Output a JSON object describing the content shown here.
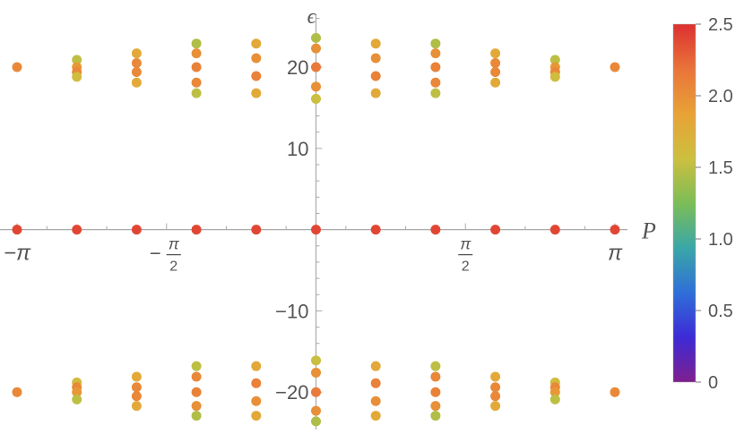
{
  "chart_data": {
    "type": "scatter",
    "xlabel": "P",
    "ylabel": "ϵ",
    "xlim": [
      -3.1416,
      3.1416
    ],
    "ylim": [
      -24.6,
      26.5
    ],
    "grid": false,
    "legend": "colorbar-right",
    "x_ticks": [
      {
        "value": -3.14159,
        "label": "−π"
      },
      {
        "value": -1.5708,
        "label": "−π/2",
        "num": "π",
        "den": "2",
        "sign": "−"
      },
      {
        "value": 1.5708,
        "label": "π/2",
        "num": "π",
        "den": "2",
        "sign": ""
      },
      {
        "value": 3.14159,
        "label": "π"
      }
    ],
    "y_ticks": [
      {
        "value": 20,
        "label": "20"
      },
      {
        "value": 10,
        "label": "10"
      },
      {
        "value": -10,
        "label": "−10"
      },
      {
        "value": -20,
        "label": "−20"
      }
    ],
    "colorbar": {
      "range": [
        0,
        2.5
      ],
      "ticks": [
        "0",
        "0.5",
        "1.0",
        "1.5",
        "2.0",
        "2.5"
      ],
      "colormap": [
        "#7f1f8e",
        "#3d2bd6",
        "#2f6fd8",
        "#3aa7a7",
        "#7cbd57",
        "#cdbf3f",
        "#e8a236",
        "#e9743a",
        "#dc3030"
      ]
    },
    "series": [
      {
        "x": -3.1416,
        "y": 20,
        "c": 2.05
      },
      {
        "x": -3.1416,
        "y": 0,
        "c": 2.4
      },
      {
        "x": -3.1416,
        "y": -20,
        "c": 2.05
      },
      {
        "x": -2.5133,
        "y": 20.9,
        "c": 1.5
      },
      {
        "x": -2.5133,
        "y": 20.0,
        "c": 1.95
      },
      {
        "x": -2.5133,
        "y": 19.4,
        "c": 2.05
      },
      {
        "x": -2.5133,
        "y": 18.8,
        "c": 1.6
      },
      {
        "x": -2.5133,
        "y": 0,
        "c": 2.4
      },
      {
        "x": -2.5133,
        "y": -18.8,
        "c": 1.6
      },
      {
        "x": -2.5133,
        "y": -19.4,
        "c": 2.05
      },
      {
        "x": -2.5133,
        "y": -20.0,
        "c": 1.95
      },
      {
        "x": -2.5133,
        "y": -20.9,
        "c": 1.5
      },
      {
        "x": -1.885,
        "y": 21.7,
        "c": 1.8
      },
      {
        "x": -1.885,
        "y": 20.5,
        "c": 2.05
      },
      {
        "x": -1.885,
        "y": 19.4,
        "c": 2.05
      },
      {
        "x": -1.885,
        "y": 18.1,
        "c": 1.8
      },
      {
        "x": -1.885,
        "y": 0,
        "c": 2.4
      },
      {
        "x": -1.885,
        "y": -18.1,
        "c": 1.8
      },
      {
        "x": -1.885,
        "y": -19.4,
        "c": 2.05
      },
      {
        "x": -1.885,
        "y": -20.5,
        "c": 2.05
      },
      {
        "x": -1.885,
        "y": -21.7,
        "c": 1.8
      },
      {
        "x": -1.2566,
        "y": 22.9,
        "c": 1.45
      },
      {
        "x": -1.2566,
        "y": 21.7,
        "c": 2.0
      },
      {
        "x": -1.2566,
        "y": 20.0,
        "c": 2.1
      },
      {
        "x": -1.2566,
        "y": 18.1,
        "c": 2.05
      },
      {
        "x": -1.2566,
        "y": 16.8,
        "c": 1.5
      },
      {
        "x": -1.2566,
        "y": 0,
        "c": 2.4
      },
      {
        "x": -1.2566,
        "y": -16.8,
        "c": 1.5
      },
      {
        "x": -1.2566,
        "y": -18.1,
        "c": 2.05
      },
      {
        "x": -1.2566,
        "y": -20.0,
        "c": 2.1
      },
      {
        "x": -1.2566,
        "y": -21.7,
        "c": 2.0
      },
      {
        "x": -1.2566,
        "y": -22.9,
        "c": 1.45
      },
      {
        "x": -0.6283,
        "y": 22.9,
        "c": 1.8
      },
      {
        "x": -0.6283,
        "y": 21.1,
        "c": 2.0
      },
      {
        "x": -0.6283,
        "y": 18.9,
        "c": 2.1
      },
      {
        "x": -0.6283,
        "y": 16.8,
        "c": 1.8
      },
      {
        "x": -0.6283,
        "y": 0,
        "c": 2.4
      },
      {
        "x": -0.6283,
        "y": -16.8,
        "c": 1.8
      },
      {
        "x": -0.6283,
        "y": -18.9,
        "c": 2.1
      },
      {
        "x": -0.6283,
        "y": -21.1,
        "c": 2.0
      },
      {
        "x": -0.6283,
        "y": -22.9,
        "c": 1.8
      },
      {
        "x": 0,
        "y": 23.6,
        "c": 1.45
      },
      {
        "x": 0,
        "y": 22.3,
        "c": 2.0
      },
      {
        "x": 0,
        "y": 20.0,
        "c": 2.15
      },
      {
        "x": 0,
        "y": 17.6,
        "c": 2.0
      },
      {
        "x": 0,
        "y": 16.1,
        "c": 1.55
      },
      {
        "x": 0,
        "y": 0,
        "c": 2.4
      },
      {
        "x": 0,
        "y": -16.1,
        "c": 1.55
      },
      {
        "x": 0,
        "y": -17.6,
        "c": 2.0
      },
      {
        "x": 0,
        "y": -20.0,
        "c": 2.15
      },
      {
        "x": 0,
        "y": -22.3,
        "c": 2.0
      },
      {
        "x": 0,
        "y": -23.6,
        "c": 1.45
      },
      {
        "x": 0.6283,
        "y": 22.9,
        "c": 1.8
      },
      {
        "x": 0.6283,
        "y": 21.1,
        "c": 2.0
      },
      {
        "x": 0.6283,
        "y": 18.9,
        "c": 2.1
      },
      {
        "x": 0.6283,
        "y": 16.8,
        "c": 1.8
      },
      {
        "x": 0.6283,
        "y": 0,
        "c": 2.4
      },
      {
        "x": 0.6283,
        "y": -16.8,
        "c": 1.8
      },
      {
        "x": 0.6283,
        "y": -18.9,
        "c": 2.1
      },
      {
        "x": 0.6283,
        "y": -21.1,
        "c": 2.0
      },
      {
        "x": 0.6283,
        "y": -22.9,
        "c": 1.8
      },
      {
        "x": 1.2566,
        "y": 22.9,
        "c": 1.45
      },
      {
        "x": 1.2566,
        "y": 21.7,
        "c": 2.0
      },
      {
        "x": 1.2566,
        "y": 20.0,
        "c": 2.1
      },
      {
        "x": 1.2566,
        "y": 18.1,
        "c": 2.05
      },
      {
        "x": 1.2566,
        "y": 16.8,
        "c": 1.5
      },
      {
        "x": 1.2566,
        "y": 0,
        "c": 2.4
      },
      {
        "x": 1.2566,
        "y": -16.8,
        "c": 1.5
      },
      {
        "x": 1.2566,
        "y": -18.1,
        "c": 2.05
      },
      {
        "x": 1.2566,
        "y": -20.0,
        "c": 2.1
      },
      {
        "x": 1.2566,
        "y": -21.7,
        "c": 2.0
      },
      {
        "x": 1.2566,
        "y": -22.9,
        "c": 1.45
      },
      {
        "x": 1.885,
        "y": 21.7,
        "c": 1.8
      },
      {
        "x": 1.885,
        "y": 20.5,
        "c": 2.05
      },
      {
        "x": 1.885,
        "y": 19.4,
        "c": 2.05
      },
      {
        "x": 1.885,
        "y": 18.1,
        "c": 1.8
      },
      {
        "x": 1.885,
        "y": 0,
        "c": 2.4
      },
      {
        "x": 1.885,
        "y": -18.1,
        "c": 1.8
      },
      {
        "x": 1.885,
        "y": -19.4,
        "c": 2.05
      },
      {
        "x": 1.885,
        "y": -20.5,
        "c": 2.05
      },
      {
        "x": 1.885,
        "y": -21.7,
        "c": 1.8
      },
      {
        "x": 2.5133,
        "y": 20.9,
        "c": 1.5
      },
      {
        "x": 2.5133,
        "y": 20.0,
        "c": 1.95
      },
      {
        "x": 2.5133,
        "y": 19.4,
        "c": 2.05
      },
      {
        "x": 2.5133,
        "y": 18.8,
        "c": 1.6
      },
      {
        "x": 2.5133,
        "y": 0,
        "c": 2.4
      },
      {
        "x": 2.5133,
        "y": -18.8,
        "c": 1.6
      },
      {
        "x": 2.5133,
        "y": -19.4,
        "c": 2.05
      },
      {
        "x": 2.5133,
        "y": -20.0,
        "c": 1.95
      },
      {
        "x": 2.5133,
        "y": -20.9,
        "c": 1.5
      },
      {
        "x": 3.1416,
        "y": 20,
        "c": 2.05
      },
      {
        "x": 3.1416,
        "y": 0,
        "c": 2.4
      },
      {
        "x": 3.1416,
        "y": -20,
        "c": 2.05
      }
    ]
  }
}
